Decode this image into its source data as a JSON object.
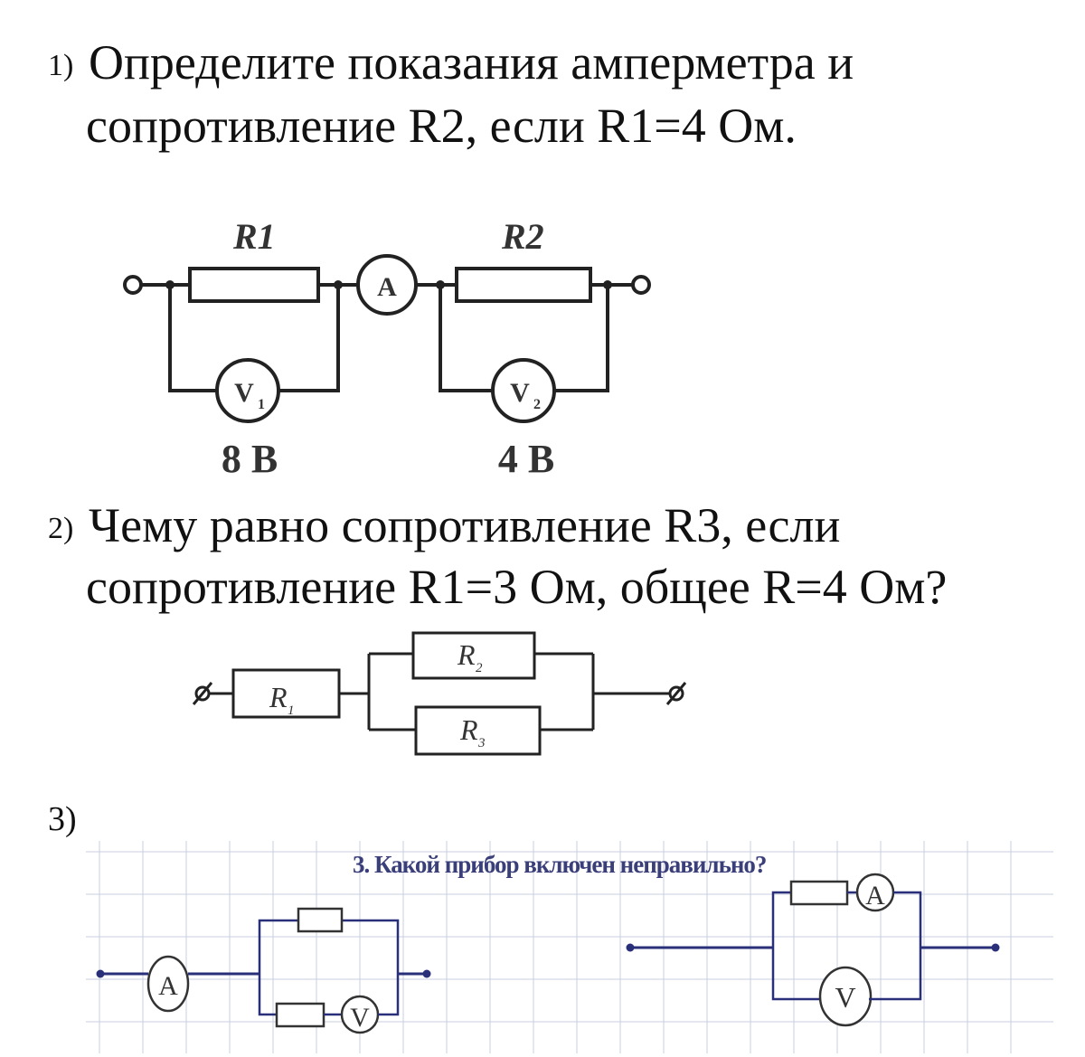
{
  "task1": {
    "number": "1)",
    "line1": "Определите показания амперметра и",
    "line2": "сопротивление R2, если R1=4 Ом.",
    "circuit": {
      "r1_label": "R1",
      "r2_label": "R2",
      "ammeter_label": "A",
      "v1_label": "V",
      "v1_sub": "1",
      "v2_label": "V",
      "v2_sub": "2",
      "v1_reading": "8 В",
      "v2_reading": "4 В"
    }
  },
  "task2": {
    "number": "2)",
    "line1": "Чему равно сопротивление R3, если",
    "line2": "сопротивление R1=3 Ом, общее R=4 Ом?",
    "circuit": {
      "r1_label": "R",
      "r1_sub": "1",
      "r2_label": "R",
      "r2_sub": "2",
      "r3_label": "R",
      "r3_sub": "3"
    }
  },
  "task3": {
    "number": "3)",
    "question": "3. Какой прибор включен неправильно?",
    "left_circuit": {
      "ammeter_label": "A",
      "voltmeter_label": "V"
    },
    "right_circuit": {
      "ammeter_label": "A",
      "voltmeter_label": "V"
    }
  },
  "colors": {
    "ink": "#111111",
    "wire_blue": "#2a2f7a",
    "grid": "#c9cfe0",
    "question": "#3a3f7a"
  }
}
